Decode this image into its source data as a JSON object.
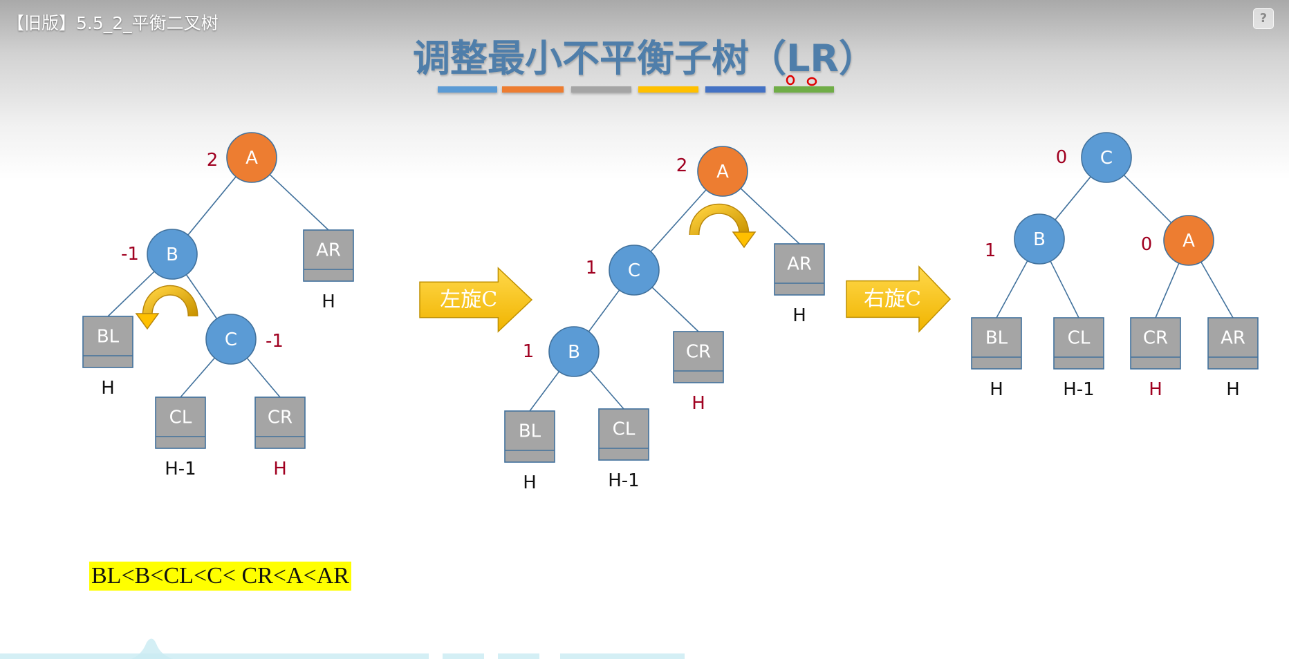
{
  "video": {
    "title": "【旧版】5.5_2_平衡二叉树",
    "help_label": "?"
  },
  "slide": {
    "title": "调整最小不平衡子树（LR）",
    "color_bars": [
      "#5b9bd5",
      "#ed7d31",
      "#a5a5a5",
      "#ffc000",
      "#4472c4",
      "#70ad47"
    ],
    "caption": "BL<B<CL<C< CR<A<AR"
  },
  "colors": {
    "node_blue": "#5b9bd5",
    "node_orange": "#ed7d31",
    "box_gray": "#a5a5a5",
    "edge": "#41719c",
    "balance_red": "#a00020",
    "arrow_yellow": "#ffc000"
  },
  "diagrams": {
    "before": {
      "nodes": {
        "A": {
          "label": "A",
          "balance": "2"
        },
        "B": {
          "label": "B",
          "balance": "-1"
        },
        "C": {
          "label": "C",
          "balance": "-1"
        }
      },
      "subtrees": {
        "AR": {
          "label": "AR",
          "height": "H"
        },
        "BL": {
          "label": "BL",
          "height": "H"
        },
        "CL": {
          "label": "CL",
          "height": "H-1"
        },
        "CR": {
          "label": "CR",
          "height": "H"
        }
      }
    },
    "after_left_rotate": {
      "nodes": {
        "A": {
          "label": "A",
          "balance": "2"
        },
        "C": {
          "label": "C",
          "balance": "1"
        },
        "B": {
          "label": "B",
          "balance": "1"
        }
      },
      "subtrees": {
        "AR": {
          "label": "AR",
          "height": "H"
        },
        "CR": {
          "label": "CR",
          "height": "H"
        },
        "BL": {
          "label": "BL",
          "height": "H"
        },
        "CL": {
          "label": "CL",
          "height": "H-1"
        }
      }
    },
    "after_right_rotate": {
      "nodes": {
        "C": {
          "label": "C",
          "balance": "0"
        },
        "B": {
          "label": "B",
          "balance": "1"
        },
        "A": {
          "label": "A",
          "balance": "0"
        }
      },
      "subtrees": {
        "BL": {
          "label": "BL",
          "height": "H"
        },
        "CL": {
          "label": "CL",
          "height": "H-1"
        },
        "CR": {
          "label": "CR",
          "height": "H"
        },
        "AR": {
          "label": "AR",
          "height": "H"
        }
      }
    }
  },
  "steps": {
    "left_rotate": "左旋C",
    "right_rotate": "右旋C"
  }
}
